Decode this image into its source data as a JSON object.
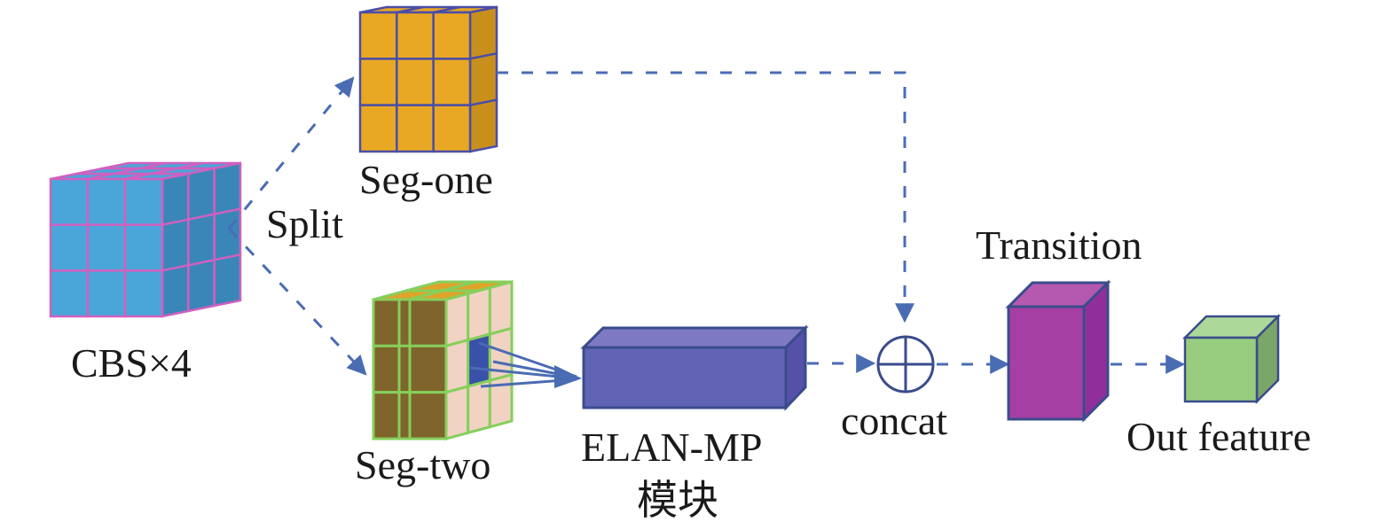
{
  "diagram": {
    "type": "network-module-flow",
    "colors": {
      "arrow": "#4a6cb3",
      "cbs_face": "#4aa6d9",
      "cbs_side": "#3a86b8",
      "cbs_grid": "#d060c0",
      "seg_one_face": "#e9a823",
      "seg_one_side": "#c98f1c",
      "seg_one_grid": "#4a4ea8",
      "seg_two_dark": "#7f642b",
      "seg_two_light": "#f1d3c4",
      "seg_two_top": "#e0a32a",
      "seg_two_grid": "#86cf5c",
      "seg_two_highlight": "#3951a8",
      "elan_front": "#6163b4",
      "elan_top": "#7d79c2",
      "elan_side": "#5550a8",
      "elan_stroke": "#3a4c8c",
      "transition_front": "#a63fa4",
      "transition_top": "#b558b0",
      "transition_side": "#912f9a",
      "out_front": "#98cd80",
      "out_top": "#acd999",
      "out_side": "#7aa66a"
    },
    "nodes": [
      {
        "id": "cbs",
        "label": "CBS×4"
      },
      {
        "id": "seg_one",
        "label": "Seg-one"
      },
      {
        "id": "seg_two",
        "label": "Seg-two"
      },
      {
        "id": "elan_mp",
        "label": "ELAN-MP",
        "sublabel": "模块"
      },
      {
        "id": "concat",
        "label": "concat",
        "symbol": "⊕"
      },
      {
        "id": "transition",
        "label": "Transition"
      },
      {
        "id": "out",
        "label": "Out feature"
      }
    ],
    "edges": [
      {
        "from": "cbs",
        "to": "seg_one",
        "style": "dashed",
        "label": "Split"
      },
      {
        "from": "cbs",
        "to": "seg_two",
        "style": "dashed"
      },
      {
        "from": "seg_one",
        "to": "concat",
        "style": "dashed"
      },
      {
        "from": "seg_two",
        "to": "elan_mp",
        "style": "solid"
      },
      {
        "from": "elan_mp",
        "to": "concat",
        "style": "dashed"
      },
      {
        "from": "concat",
        "to": "transition",
        "style": "dashed"
      },
      {
        "from": "transition",
        "to": "out",
        "style": "dashed"
      }
    ],
    "split_label": "Split"
  }
}
